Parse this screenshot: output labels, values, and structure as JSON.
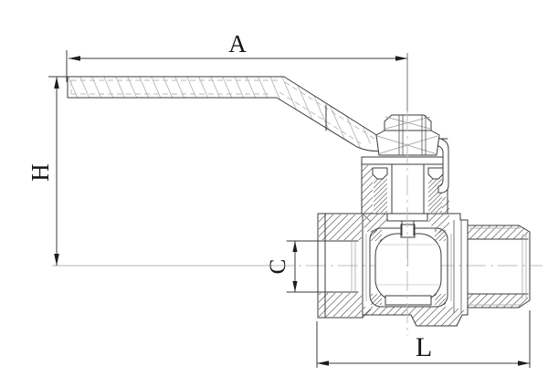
{
  "drawing": {
    "type": "engineering-section-drawing",
    "subject": "ball-valve-with-lever-handle",
    "dimensions": {
      "a_label": "A",
      "h_label": "H",
      "c_label": "C",
      "l_label": "L"
    },
    "colors": {
      "outline": "#3b3b3b",
      "light_line": "#b3b3b3",
      "centerline": "#bdbdbd",
      "hatch": "#777777",
      "label": "#151515",
      "background": "#ffffff"
    }
  }
}
